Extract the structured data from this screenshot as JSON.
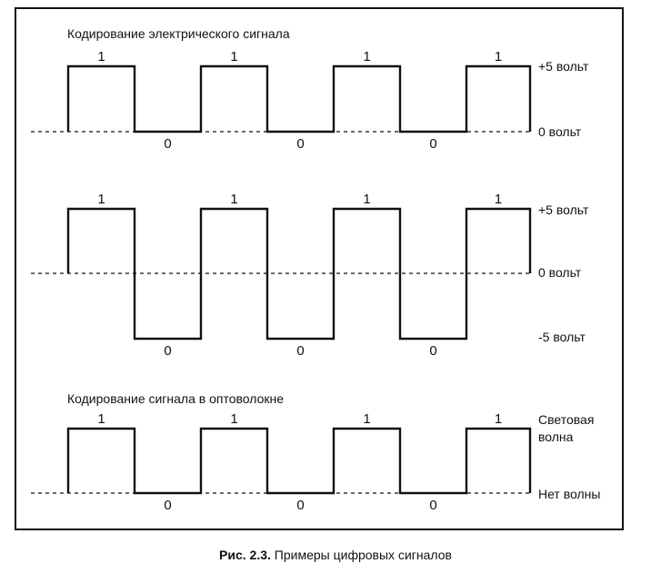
{
  "panels": [
    {
      "title": "Кодирование электрического сигнала",
      "kind": "unipolar",
      "bits": [
        1,
        0,
        1,
        0,
        1,
        0,
        1
      ],
      "levels": [
        "+5 вольт",
        "0 вольт"
      ]
    },
    {
      "title": "",
      "kind": "bipolar",
      "bits": [
        1,
        0,
        1,
        0,
        1,
        0,
        1
      ],
      "levels": [
        "+5 вольт",
        "0 вольт",
        "-5 вольт"
      ]
    },
    {
      "title": "Кодирование сигнала в оптоволокне",
      "kind": "unipolar",
      "bits": [
        1,
        0,
        1,
        0,
        1,
        0,
        1
      ],
      "levels": [
        "Световая",
        "волна",
        "Нет волны"
      ]
    }
  ],
  "caption": {
    "prefix": "Рис. 2.3.",
    "text": " Примеры цифровых сигналов"
  }
}
